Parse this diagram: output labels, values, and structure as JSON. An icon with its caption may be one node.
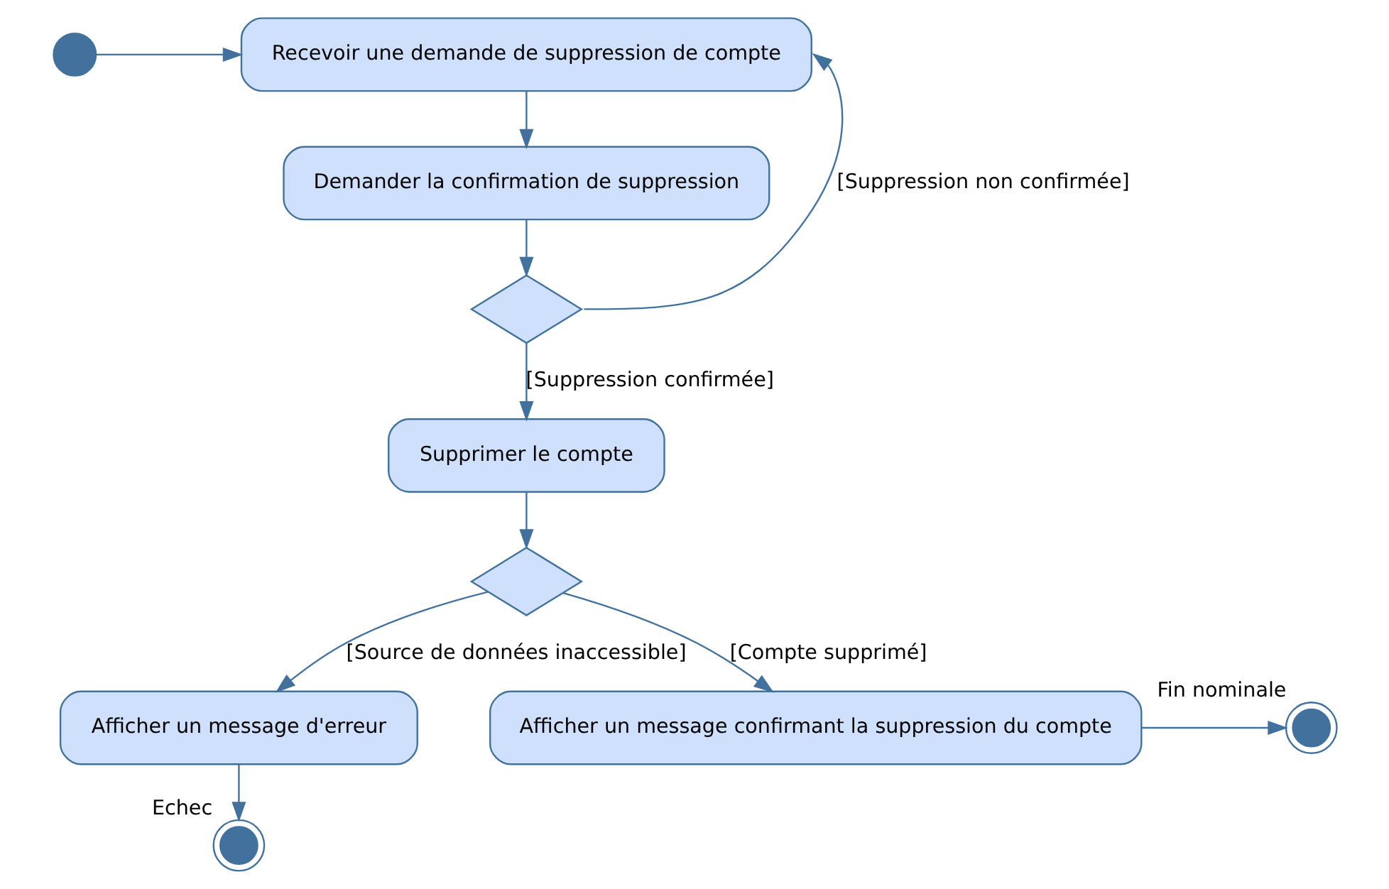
{
  "diagram": {
    "nodes": [
      {
        "text": [],
        "shape": "circle"
      },
      {
        "text": [
          "Recevoir une demande de suppression de compte"
        ]
      },
      {
        "text": [
          "Demander la confirmation de suppression"
        ]
      },
      {
        "text": [],
        "shape": "diamond"
      },
      {
        "text": [
          "Supprimer le compte"
        ]
      },
      {
        "text": [
          "Afficher un message d'erreur"
        ]
      },
      {
        "text": [],
        "shape": "diamond"
      },
      {
        "text": [],
        "shape": "circle",
        "beside": [
          "Echec"
        ]
      },
      {
        "text": [
          "Afficher un message confirmant la suppression du compte"
        ]
      },
      {
        "text": [],
        "shape": "circle",
        "beside": [
          "Fin nominale"
        ]
      }
    ],
    "edges": [
      {
        "from": 0,
        "to": 1,
        "arrow": "to"
      },
      {
        "from": 1,
        "to": 2,
        "arrow": "to"
      },
      {
        "from": 2,
        "to": 3,
        "arrow": "to"
      },
      {
        "from": 3,
        "to": 1,
        "arrow": "to",
        "label": "[Suppression non confirmée]"
      },
      {
        "from": 3,
        "to": 4,
        "arrow": "to",
        "label": "[Suppression confirmée]"
      },
      {
        "from": 4,
        "to": 6,
        "arrow": "to"
      },
      {
        "from": 6,
        "to": 5,
        "arrow": "to",
        "label": "[Source de données inaccessible]"
      },
      {
        "from": 5,
        "to": 7,
        "arrow": "to"
      },
      {
        "from": 6,
        "to": 8,
        "arrow": "to",
        "label": "[Compte supprimé]"
      },
      {
        "from": 8,
        "to": 9,
        "arrow": "to"
      }
    ]
  }
}
